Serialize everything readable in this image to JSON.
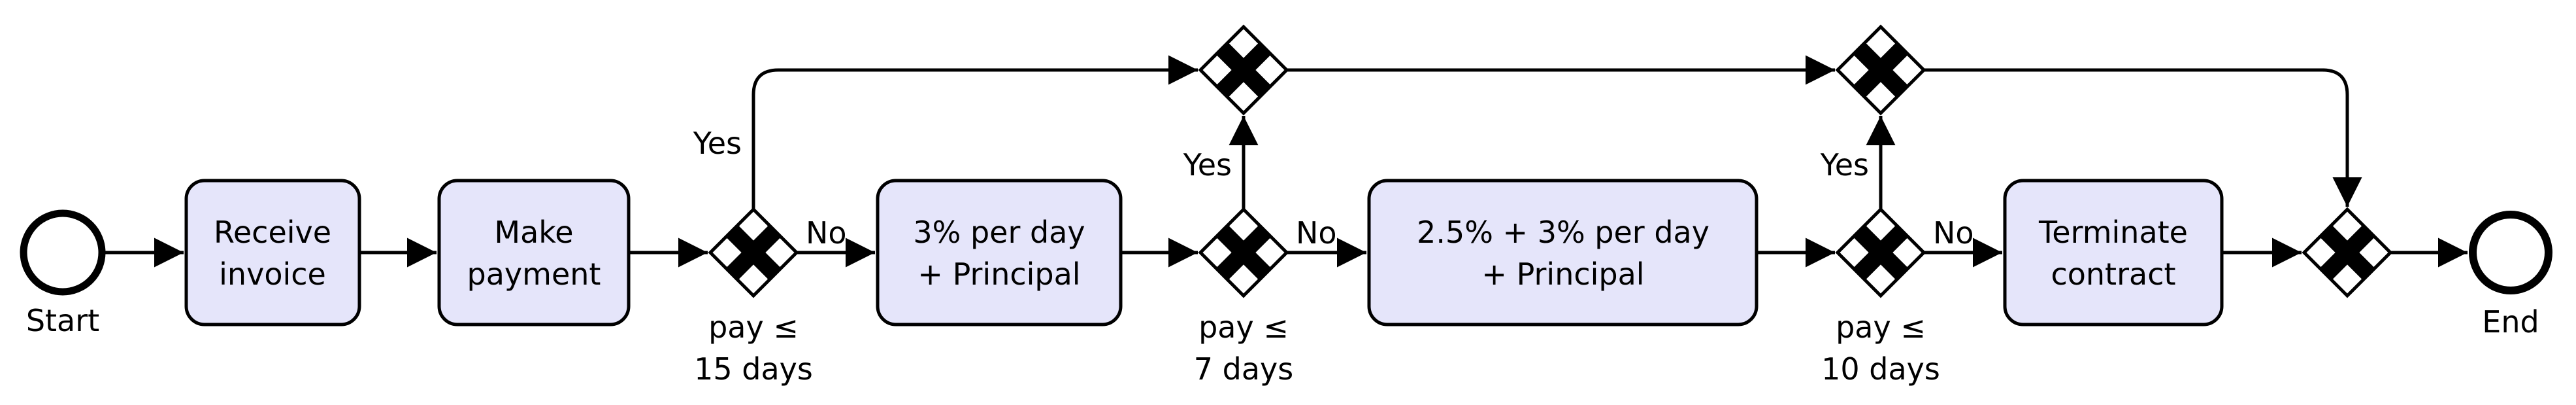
{
  "diagram": {
    "type": "bpmn-process-flow",
    "events": {
      "start": {
        "label": "Start"
      },
      "end": {
        "label": "End"
      }
    },
    "tasks": [
      {
        "id": "receive-invoice",
        "line1": "Receive",
        "line2": "invoice"
      },
      {
        "id": "make-payment",
        "line1": "Make",
        "line2": "payment"
      },
      {
        "id": "penalty-3pct",
        "line1": "3% per day",
        "line2": "+ Principal"
      },
      {
        "id": "penalty-2-5pct",
        "line1": "2.5% + 3% per day",
        "line2": "+ Principal"
      },
      {
        "id": "terminate-contract",
        "line1": "Terminate",
        "line2": "contract"
      }
    ],
    "gateways": [
      {
        "id": "gw-pay-15",
        "condition_line1": "pay ≤",
        "condition_line2": "15 days"
      },
      {
        "id": "gw-pay-7",
        "condition_line1": "pay ≤",
        "condition_line2": "7 days"
      },
      {
        "id": "gw-pay-10",
        "condition_line1": "pay ≤",
        "condition_line2": "10 days"
      },
      {
        "id": "gw-merge-top-1"
      },
      {
        "id": "gw-merge-top-2"
      },
      {
        "id": "gw-merge-final"
      }
    ],
    "edge_labels": {
      "yes": "Yes",
      "no": "No"
    },
    "colors": {
      "task_fill": "#e5e5fa",
      "gateway_fill": "#ffffff",
      "line": "#000000"
    }
  }
}
